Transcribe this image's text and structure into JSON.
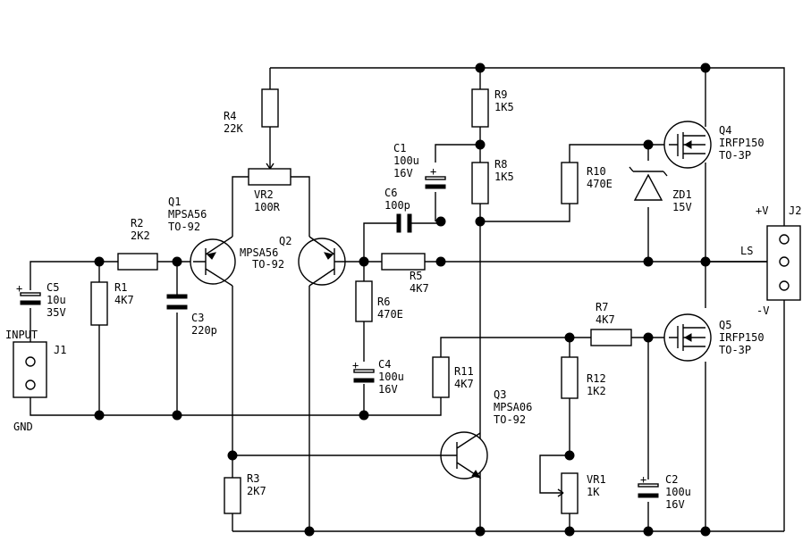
{
  "components": {
    "r4": {
      "ref": "R4",
      "value": "22K"
    },
    "r9": {
      "ref": "R9",
      "value": "1K5"
    },
    "r8": {
      "ref": "R8",
      "value": "1K5"
    },
    "c1": {
      "ref": "C1",
      "value": "100u",
      "voltage": "16V"
    },
    "q4": {
      "ref": "Q4",
      "part": "IRFP150",
      "package": "TO-3P"
    },
    "vr2": {
      "ref": "VR2",
      "value": "100R"
    },
    "c6": {
      "ref": "C6",
      "value": "100p"
    },
    "r10": {
      "ref": "R10",
      "value": "470E"
    },
    "zd1": {
      "ref": "ZD1",
      "value": "15V"
    },
    "q1": {
      "ref": "Q1",
      "part": "MPSA56",
      "package": "TO-92"
    },
    "q2": {
      "ref": "Q2",
      "part": "MPSA56",
      "package": "TO-92"
    },
    "r2": {
      "ref": "R2",
      "value": "2K2"
    },
    "r5": {
      "ref": "R5",
      "value": "4K7"
    },
    "r1": {
      "ref": "R1",
      "value": "4K7"
    },
    "c5": {
      "ref": "C5",
      "value": "10u",
      "voltage": "35V"
    },
    "c3": {
      "ref": "C3",
      "value": "220p"
    },
    "r6": {
      "ref": "R6",
      "value": "470E"
    },
    "r7": {
      "ref": "R7",
      "value": "4K7"
    },
    "q5": {
      "ref": "Q5",
      "part": "IRFP150",
      "package": "TO-3P"
    },
    "c4": {
      "ref": "C4",
      "value": "100u",
      "voltage": "16V"
    },
    "r11": {
      "ref": "R11",
      "value": "4K7"
    },
    "r12": {
      "ref": "R12",
      "value": "1K2"
    },
    "q3": {
      "ref": "Q3",
      "part": "MPSA06",
      "package": "TO-92"
    },
    "r3": {
      "ref": "R3",
      "value": "2K7"
    },
    "vr1": {
      "ref": "VR1",
      "value": "1K"
    },
    "c2": {
      "ref": "C2",
      "value": "100u",
      "voltage": "16V"
    }
  },
  "connectors": {
    "input_label": "INPUT",
    "j1": "J1",
    "gnd": "GND",
    "j2": "J2",
    "pos_v": "+V",
    "neg_v": "-V",
    "ls": "LS",
    "plus": "+"
  }
}
